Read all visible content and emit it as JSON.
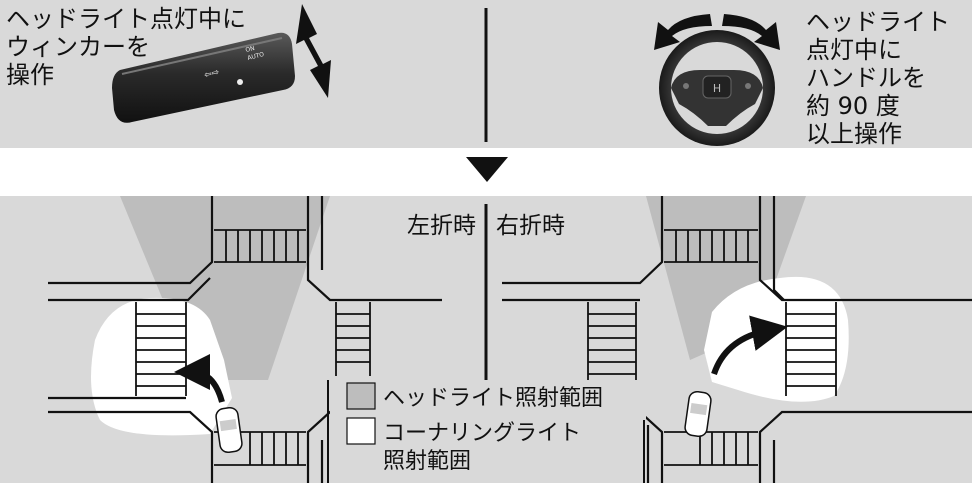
{
  "top_panel": {
    "left_caption": [
      "ヘッドライト点灯中に",
      "ウィンカーを",
      "操作"
    ],
    "right_caption": [
      "ヘッドライト",
      "点灯中に",
      "ハンドルを",
      "約 90 度",
      "以上操作"
    ]
  },
  "stalk_markings": [
    "⇦⇨",
    "ON",
    "AUTO"
  ],
  "bottom_panel": {
    "left_title": "左折時",
    "right_title": "右折時"
  },
  "legend": {
    "headlight_label": "ヘッドライト照射範囲",
    "cornering_label_line1": "コーナリングライト",
    "cornering_label_line2": "照射範囲"
  },
  "colors": {
    "panel_bg": "#d9d9d9",
    "headlight_gray": "#bdbdbd",
    "cornering_white": "#ffffff",
    "arrow_black": "#111111"
  }
}
